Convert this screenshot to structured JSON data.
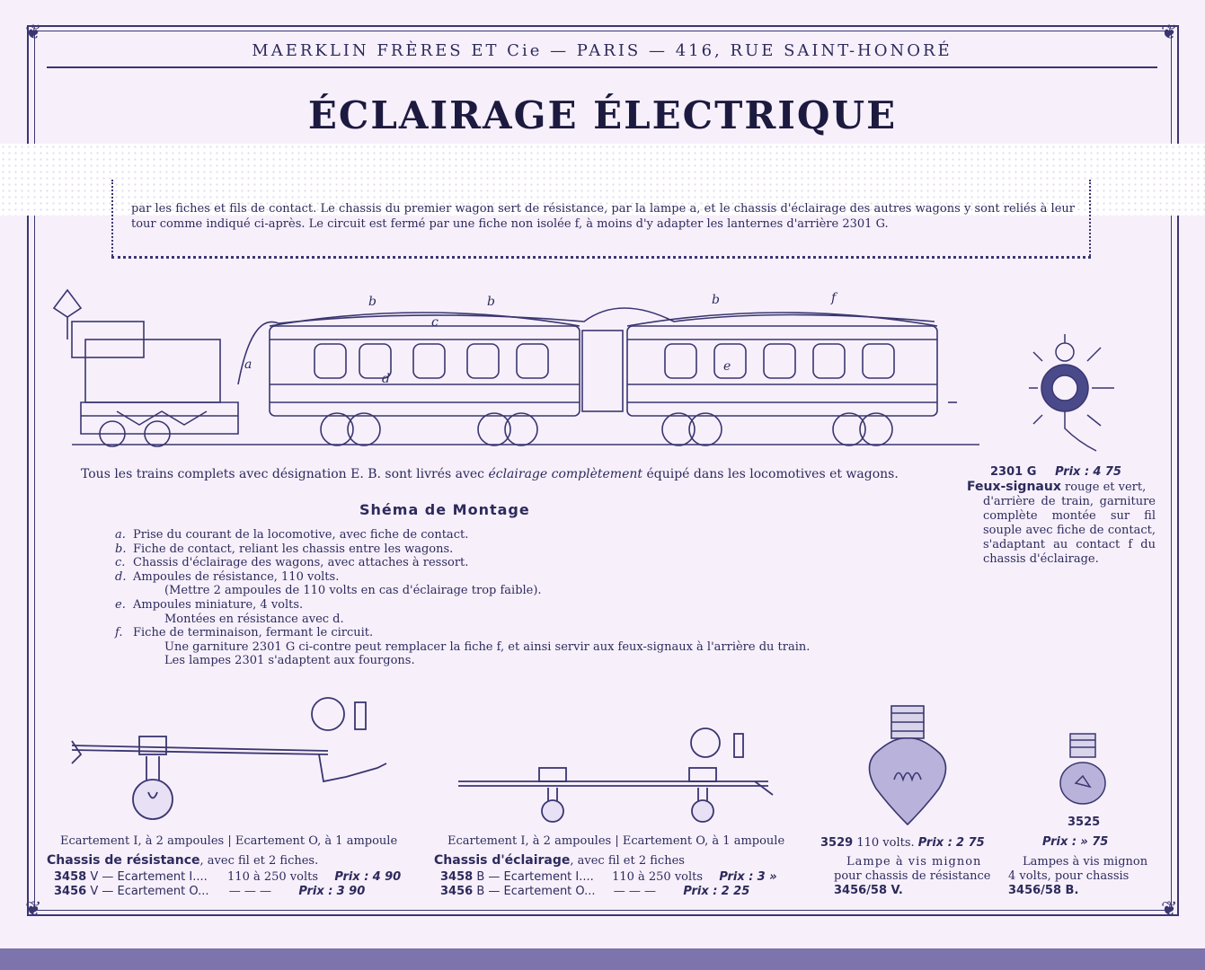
{
  "header": "MAERKLIN FRÈRES ET Cie — PARIS — 416, RUE SAINT-HONORÉ",
  "title": "ÉCLAIRAGE ÉLECTRIQUE",
  "intro": "par les fiches et fils de contact. Le chassis du premier wagon sert de résistance, par la lampe a, et le chassis d'éclairage des autres wagons y sont reliés à leur tour comme indiqué ci-après. Le circuit est fermé par une fiche non isolée f, à moins d'y adapter les lanternes d'arrière 2301 G.",
  "train_labels": {
    "a": "a",
    "b": "b",
    "c": "c",
    "d": "d",
    "e": "e",
    "f": "f"
  },
  "caption": {
    "pre": "Tous les trains complets avec désignation E. B. sont livrés avec ",
    "em": "éclairage complètement",
    "post": " équipé dans les locomotives et wagons."
  },
  "schema_title": "Shéma de Montage",
  "legend": [
    {
      "k": "a.",
      "t": "Prise du courant de la locomotive, avec fiche de contact."
    },
    {
      "k": "b.",
      "t": "Fiche de contact, reliant les chassis entre les wagons."
    },
    {
      "k": "c.",
      "t": "Chassis d'éclairage des wagons, avec attaches à ressort."
    },
    {
      "k": "d.",
      "t": "Ampoules de résistance, 110 volts."
    },
    {
      "k": "",
      "t": "(Mettre 2 ampoules de 110 volts en cas d'éclairage trop faible)."
    },
    {
      "k": "e.",
      "t": "Ampoules miniature, 4 volts."
    },
    {
      "k": "",
      "t": "Montées en résistance avec d."
    },
    {
      "k": "f.",
      "t": "Fiche de terminaison, fermant le circuit."
    },
    {
      "k": "",
      "t": "Une garniture 2301 G ci-contre peut remplacer la fiche f, et ainsi servir aux feux-signaux à l'arrière du train."
    },
    {
      "k": "",
      "t": "Les lampes 2301 s'adaptent aux fourgons."
    }
  ],
  "feux": {
    "code": "2301 G",
    "prix_label": "Prix :",
    "prix": "4 75",
    "name": "Feux-signaux",
    "desc_first": " rouge et vert,",
    "desc": "d'arrière de train, garniture complète montée sur fil souple avec fiche de contact, s'adaptant au contact f du chassis d'éclairage."
  },
  "products": {
    "resistance": {
      "ecartement": "Ecartement I, à 2 ampoules | Ecartement O, à 1 ampoule",
      "name": "Chassis de résistance",
      "suffix": ", avec fil et 2 fiches.",
      "rows": [
        {
          "ref": "3458",
          "t": "V — Ecartement I....",
          "v": "110 à 250 volts",
          "pl": "Prix :",
          "p": "4 90"
        },
        {
          "ref": "3456",
          "t": "V — Ecartement O...",
          "v": "— — —",
          "pl": "Prix :",
          "p": "3 90"
        }
      ]
    },
    "eclairage": {
      "ecartement": "Ecartement I, à 2 ampoules | Ecartement O, à 1 ampoule",
      "name": "Chassis d'éclairage",
      "suffix": ", avec fil et 2 fiches",
      "rows": [
        {
          "ref": "3458",
          "t": "B — Ecartement I....",
          "v": "110 à 250 volts",
          "pl": "Prix :",
          "p": "3 »"
        },
        {
          "ref": "3456",
          "t": "B — Ecartement O...",
          "v": "— — —",
          "pl": "Prix :",
          "p": "2 25"
        }
      ]
    },
    "lampe3529": {
      "code": "3529",
      "volts": "110 volts.",
      "prix_label": "Prix :",
      "prix": "2 75",
      "l1": "Lampe à vis mignon",
      "l2": "pour chassis de résistance",
      "l3": "3456/58 V."
    },
    "lampe3525": {
      "code": "3525",
      "prix_label": "Prix :",
      "prix": "» 75",
      "l1": "Lampes à vis mignon",
      "l2": "4 volts, pour chassis",
      "l3": "3456/58 B."
    }
  },
  "colors": {
    "ink": "#2d2a5c",
    "paper": "#f7f0fb",
    "band": "#7d73ad"
  }
}
